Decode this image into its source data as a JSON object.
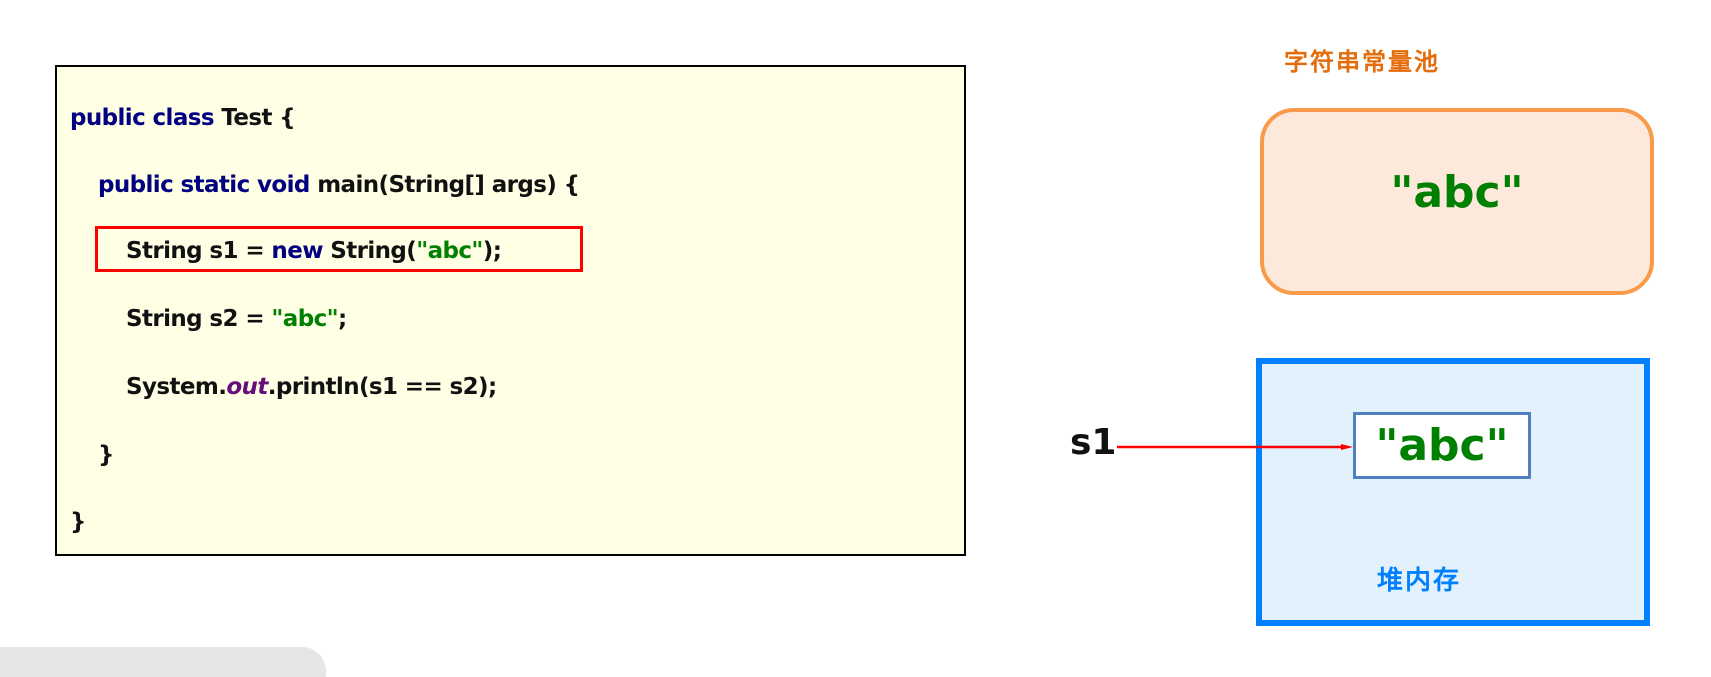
{
  "code": {
    "lines": [
      {
        "indent": 0,
        "tokens": [
          {
            "t": "public class ",
            "c": "kw"
          },
          {
            "t": "Test {",
            "c": "plain"
          }
        ]
      },
      {
        "indent": 1,
        "tokens": [
          {
            "t": "public static void ",
            "c": "kw"
          },
          {
            "t": "main(String[] args) {",
            "c": "plain"
          }
        ]
      },
      {
        "indent": 2,
        "tokens": [
          {
            "t": "String s1 = ",
            "c": "plain"
          },
          {
            "t": "new ",
            "c": "kw"
          },
          {
            "t": "String(",
            "c": "plain"
          },
          {
            "t": "\"abc\"",
            "c": "str"
          },
          {
            "t": ");",
            "c": "plain"
          }
        ]
      },
      {
        "indent": 2,
        "tokens": [
          {
            "t": "String s2 = ",
            "c": "plain"
          },
          {
            "t": "\"abc\"",
            "c": "str"
          },
          {
            "t": ";",
            "c": "plain"
          }
        ]
      },
      {
        "indent": 2,
        "tokens": [
          {
            "t": "System.",
            "c": "plain"
          },
          {
            "t": "out",
            "c": "fld"
          },
          {
            "t": ".println(s1 == s2);",
            "c": "plain"
          }
        ]
      },
      {
        "indent": 1,
        "tokens": [
          {
            "t": "}",
            "c": "plain"
          }
        ]
      },
      {
        "indent": 0,
        "tokens": [
          {
            "t": "}",
            "c": "plain"
          }
        ]
      }
    ],
    "highlighted_line": 2
  },
  "string_pool": {
    "title": "字符串常量池",
    "value": "\"abc\""
  },
  "heap": {
    "label": "堆内存",
    "object_value": "\"abc\""
  },
  "reference": {
    "variable": "s1"
  },
  "colors": {
    "keyword": "#000080",
    "string": "#008000",
    "field": "#660e7a",
    "highlight": "#ff0000",
    "pool_border": "#f99a4a",
    "pool_fill": "#fde9db",
    "pool_title": "#e46c0a",
    "heap_border": "#0080ff",
    "heap_fill": "#e3f1fd",
    "arrow": "#ff0000"
  }
}
